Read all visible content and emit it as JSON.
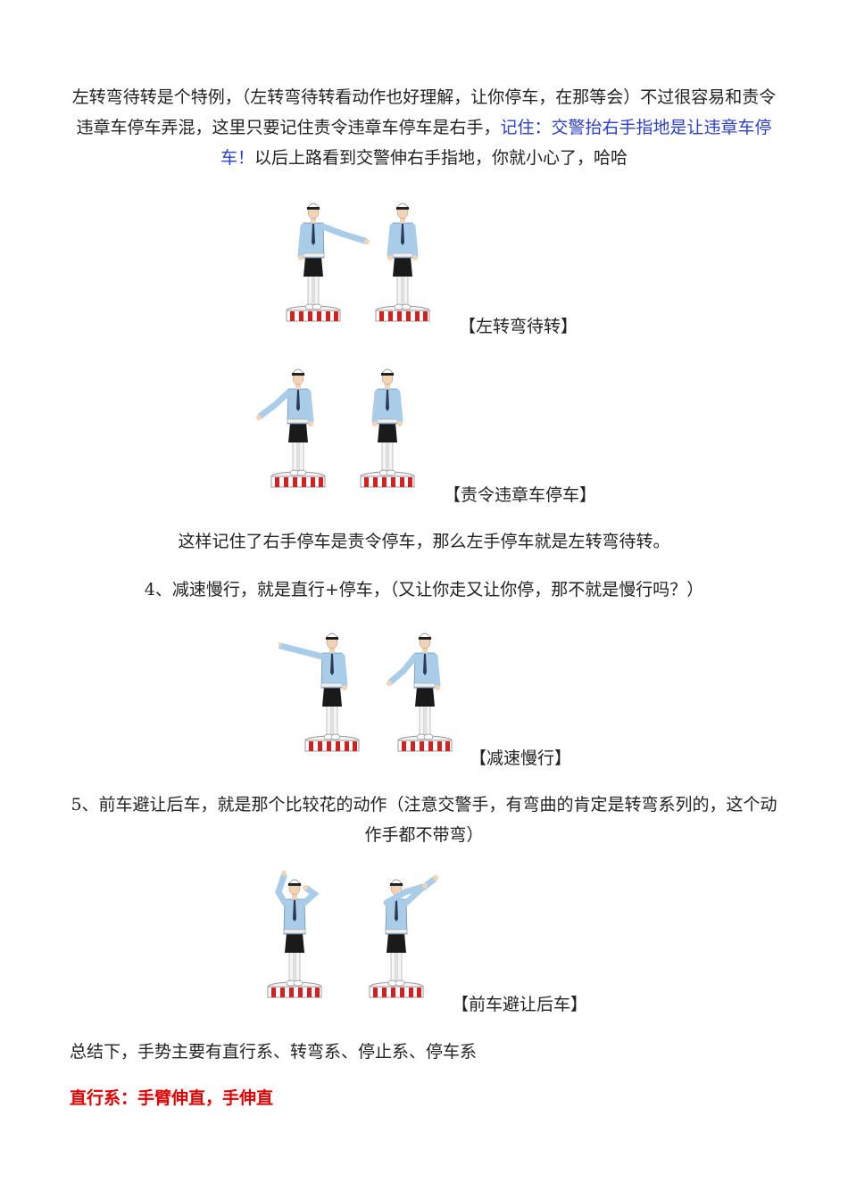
{
  "intro": {
    "text1": "左转弯待转是个特例，（左转弯待转看动作也好理解，让你停车，在那等会）不过很容易和责令违章车停车弄混，这里只要记住责令违章车停车是右手，",
    "highlight": "记住：交警抬右手指地是让违章车停车！",
    "text2": "以后上路看到交警伸右手指地，你就小心了，哈哈"
  },
  "fig1": {
    "caption": "【左转弯待转】"
  },
  "fig2": {
    "caption": "【责令违章车停车】"
  },
  "summary_line": "这样记住了右手停车是责令停车，那么左手停车就是左转弯待转。",
  "item4": "4、减速慢行，就是直行+停车，（又让你走又让你停，那不就是慢行吗？）",
  "fig3": {
    "caption": "【减速慢行】"
  },
  "item5": "5、前车避让后车，就是那个比较花的动作（注意交警手，有弯曲的肯定是转弯系列的，这个动作手都不带弯）",
  "fig4": {
    "caption": "【前车避让后车】"
  },
  "conclusion": "总结下，手势主要有直行系、转弯系、停止系、停车系",
  "red_heading": "直行系：手臂伸直，手伸直",
  "colors": {
    "highlight_blue": "#2b3fc9",
    "heading_red": "#e00000",
    "platform_red": "#d42020"
  }
}
